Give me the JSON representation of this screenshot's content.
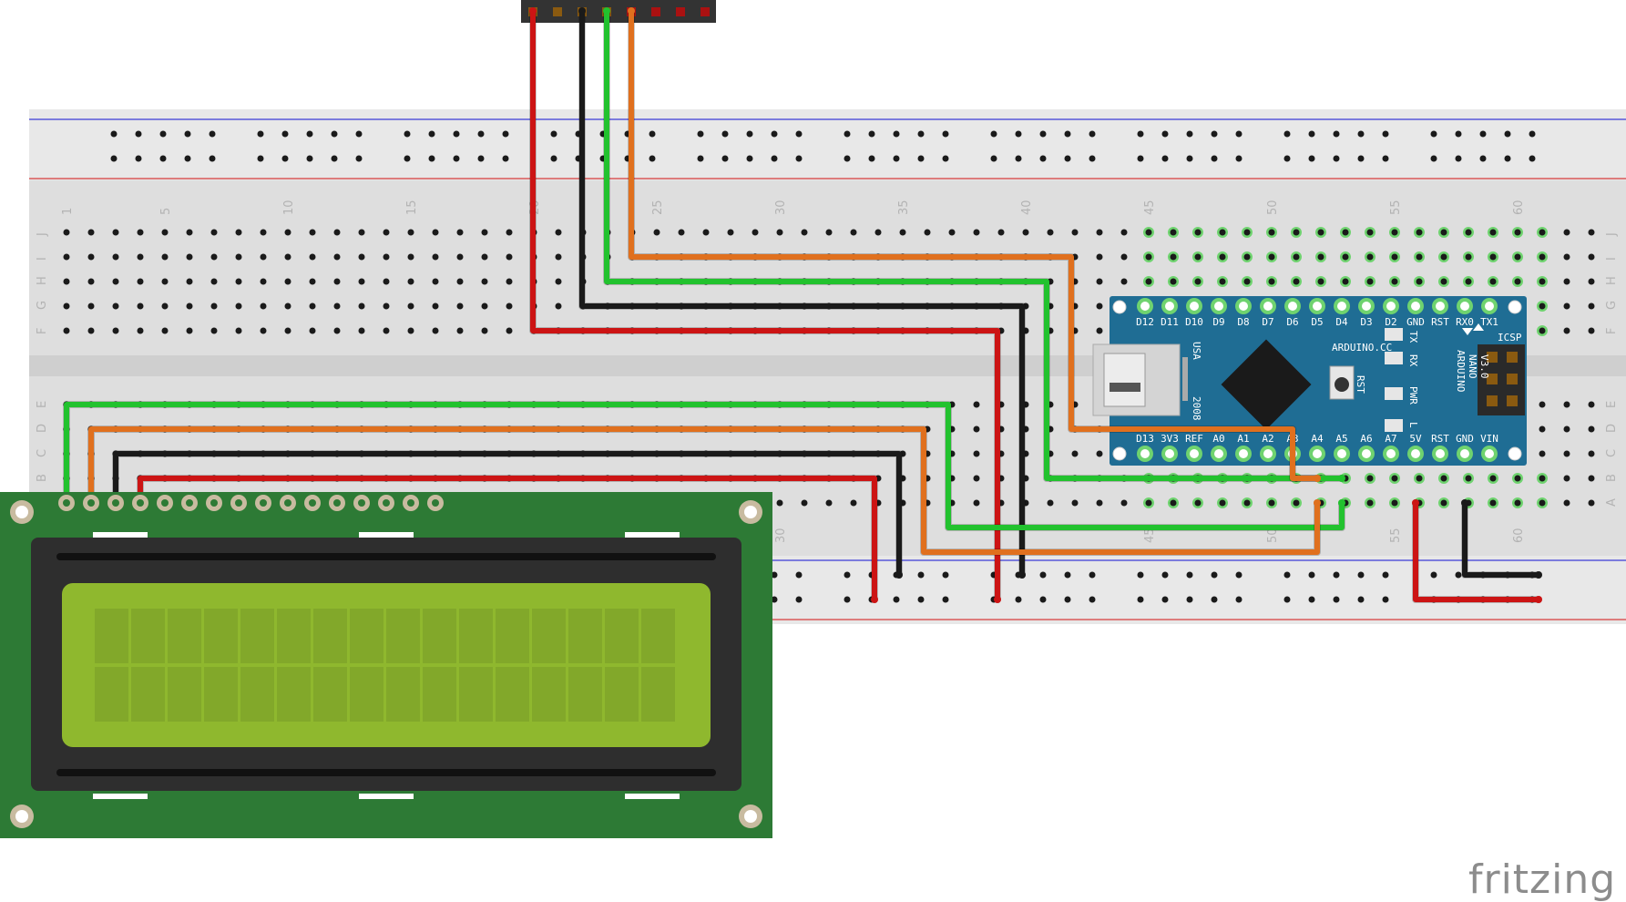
{
  "breadboard": {
    "column_numbers": [
      "1",
      "5",
      "10",
      "15",
      "20",
      "25",
      "30",
      "35",
      "40",
      "45",
      "50",
      "55",
      "60"
    ],
    "column_numbers_bottom": [
      "30",
      "45",
      "50",
      "55",
      "60"
    ],
    "row_letters_top": [
      "J",
      "I",
      "H",
      "G",
      "F"
    ],
    "row_letters_bottom": [
      "E",
      "D",
      "C",
      "B",
      "A"
    ]
  },
  "arduino": {
    "top_pins": [
      "D12",
      "D11",
      "D10",
      "D9",
      "D8",
      "D7",
      "D6",
      "D5",
      "D4",
      "D3",
      "D2",
      "GND",
      "RST",
      "RX0",
      "TX1"
    ],
    "bottom_pins": [
      "D13",
      "3V3",
      "REF",
      "A0",
      "A1",
      "A2",
      "A3",
      "A4",
      "A5",
      "A6",
      "A7",
      "5V",
      "RST",
      "GND",
      "VIN"
    ],
    "brand_label": "ARDUINO.CC",
    "model_lines": [
      "ARDUINO",
      "NANO",
      "V3.0"
    ],
    "usa": "USA",
    "year": "2008",
    "rst": "RST",
    "icsp": "ICSP",
    "leds": [
      "TX",
      "RX",
      "PWR",
      "L"
    ]
  },
  "watermark": "fritzing",
  "colors": {
    "wire_red": "#cc1414",
    "wire_black": "#1a1a1a",
    "wire_green": "#22c22e",
    "wire_orange": "#e0701e",
    "lcd_pcb": "#2d7a35",
    "lcd_screen": "#8fb82e",
    "nano_pcb": "#1f6d94"
  }
}
